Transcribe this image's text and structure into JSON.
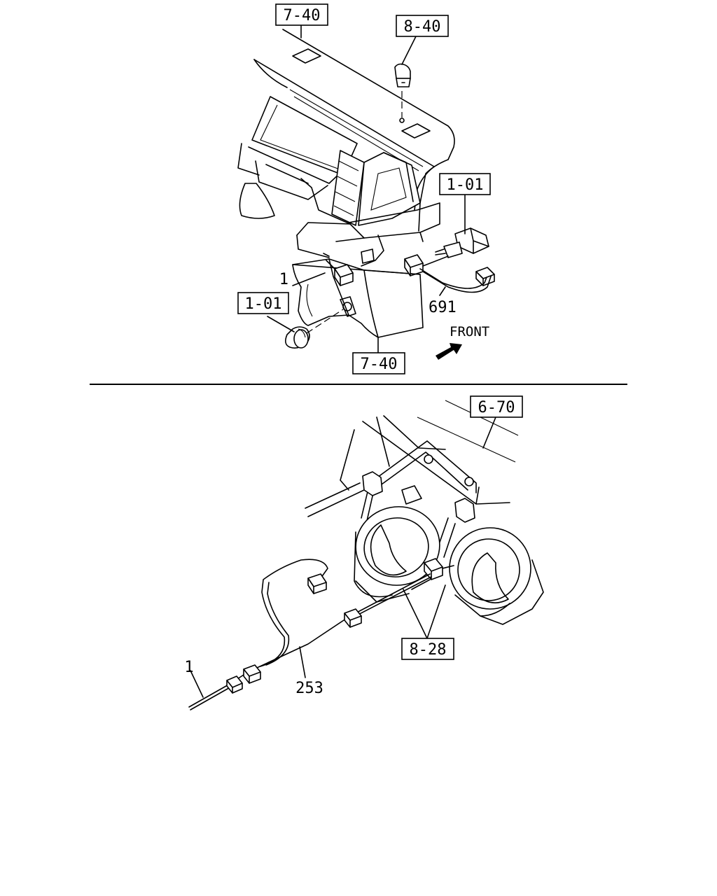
{
  "callouts": {
    "top_panel_ref": "7-40",
    "bulb_ref": "8-40",
    "switch_ref": "1-01",
    "knob_ref": "1-01",
    "lower_panel_ref": "7-40",
    "bracket_ref": "6-70",
    "horn_ref": "8-28"
  },
  "part_numbers": {
    "upper_harness": "1",
    "switch_lead": "691",
    "lower_harness": "1",
    "horn_harness": "253"
  },
  "labels": {
    "front": "FRONT"
  }
}
